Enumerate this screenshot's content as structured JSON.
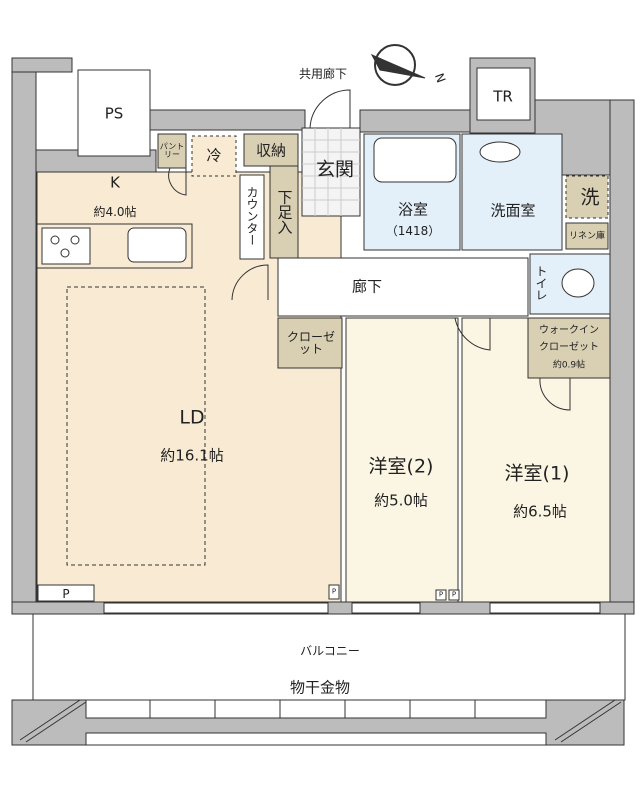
{
  "colors": {
    "wall": "#bcbcbc",
    "ldk": "#f9ebd3",
    "bedroom": "#fbf5e4",
    "wet": "#e4f0f9",
    "storage": "#d9cfb3"
  },
  "compass": {
    "icon": "north-arrow-icon",
    "label": "N"
  },
  "labels": {
    "common_corridor": "共用廊下",
    "ps": "PS",
    "tr": "TR",
    "pantry": "パントリー",
    "fridge": "冷",
    "storage": "収納",
    "entrance": "玄関",
    "counter": "カウンター",
    "shoe_closet": "下足入",
    "bathroom": "浴室",
    "bathroom_size": "（1418）",
    "washroom": "洗面室",
    "washer": "洗",
    "linen": "リネン庫",
    "kitchen": "K",
    "kitchen_size": "約4.0帖",
    "hallway": "廊下",
    "toilet": "トイレ",
    "closet": "クローゼット",
    "walk_in_closet_1": "ウォークイン",
    "walk_in_closet_2": "クローゼット",
    "walk_in_closet_size": "約0.9帖",
    "ld": "LD",
    "ld_size": "約16.1帖",
    "room2": "洋室(2)",
    "room2_size": "約5.0帖",
    "room1": "洋室(1)",
    "room1_size": "約6.5帖",
    "pipe": "P",
    "balcony": "バルコニー",
    "drying_hardware": "物干金物"
  }
}
